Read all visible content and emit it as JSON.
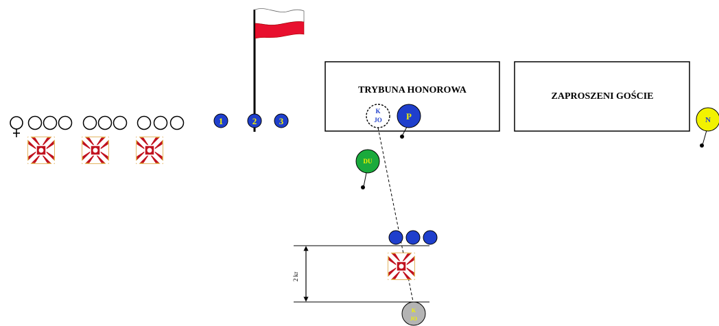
{
  "boxes": {
    "trybuna": "TRYBUNA HONOROWA",
    "goscie": "ZAPROSZENI GOŚCIE"
  },
  "markers": {
    "p": "P",
    "n": "N",
    "du": "DU",
    "kjo_top_line1": "K",
    "kjo_top_line2": "JO",
    "kjo_bottom_line1": "K",
    "kjo_bottom_line2": "JO"
  },
  "flag_guards": [
    "1",
    "2",
    "3"
  ],
  "dimension_label": "2 kr",
  "colors": {
    "blue": "#1f3fcc",
    "green": "#1aaa3c",
    "yellow": "#f2f200",
    "grey": "#b4b4b4",
    "flag_red": "#e8102e",
    "banner_red": "#c1121f",
    "gold": "#d89a2a"
  },
  "icons": {
    "female_symbol": "female-symbol-icon",
    "banner": "regimental-banner-icon",
    "flag": "polish-flag-icon"
  }
}
